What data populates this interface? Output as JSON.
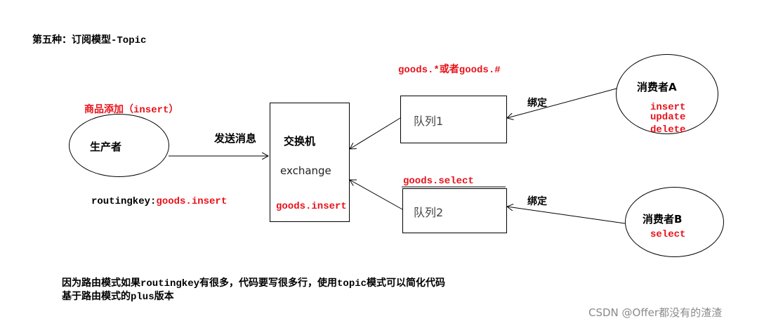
{
  "title": "第五种：订阅模型-Topic",
  "producer": {
    "label": "生产者",
    "annotation": "商品添加（insert）",
    "routingkey_prefix": "routingkey:",
    "routingkey_value": "goods.insert"
  },
  "send_label": "发送消息",
  "exchange": {
    "label_cn": "交换机",
    "label_en": "exchange",
    "routing": "goods.insert"
  },
  "queue1": {
    "label": "队列1",
    "binding": "goods.*或者goods.#"
  },
  "queue2": {
    "label": "队列2",
    "binding": "goods.select"
  },
  "bind_label_1": "绑定",
  "bind_label_2": "绑定",
  "consumer_a": {
    "label": "消费者A",
    "ops": [
      "insert",
      "update",
      "delete"
    ]
  },
  "consumer_b": {
    "label": "消费者B",
    "ops": [
      "select"
    ]
  },
  "notes": [
    "因为路由模式如果routingkey有很多，代码要写很多行，使用topic模式可以简化代码",
    "基于路由模式的plus版本"
  ],
  "watermark": "CSDN @Offer都没有的渣渣"
}
